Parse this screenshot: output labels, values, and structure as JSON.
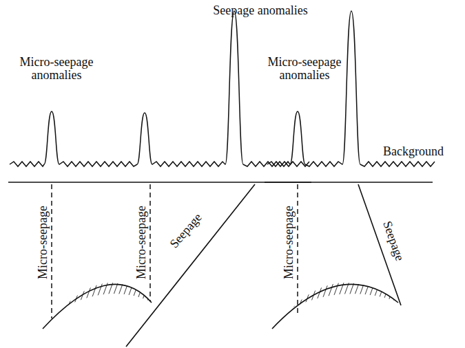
{
  "diagram": {
    "labels": [
      "Seepage anomalies",
      "Micro-seepage anomalies",
      "Micro-seepage anomalies",
      "Background",
      "Micro-seepage",
      "Micro-seepage",
      "Seepage",
      "Micro-seepage",
      "Seepage"
    ]
  }
}
